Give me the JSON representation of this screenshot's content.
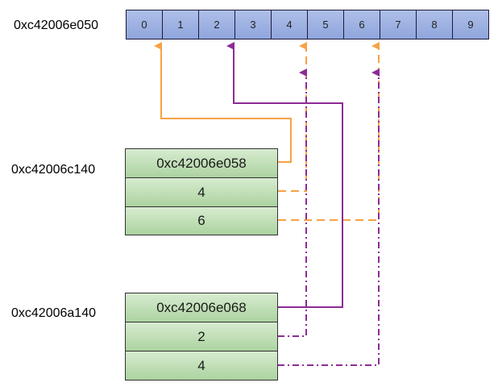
{
  "array": {
    "address": "0xc42006e050",
    "cells": [
      "0",
      "1",
      "2",
      "3",
      "4",
      "5",
      "6",
      "7",
      "8",
      "9"
    ]
  },
  "structs": [
    {
      "address": "0xc42006c140",
      "fields": [
        "0xc42006e058",
        "4",
        "6"
      ]
    },
    {
      "address": "0xc42006a140",
      "fields": [
        "0xc42006e068",
        "2",
        "4"
      ]
    }
  ],
  "colors": {
    "struct1_arrows": "#f7a245",
    "struct2_arrows": "#8c2b96"
  }
}
